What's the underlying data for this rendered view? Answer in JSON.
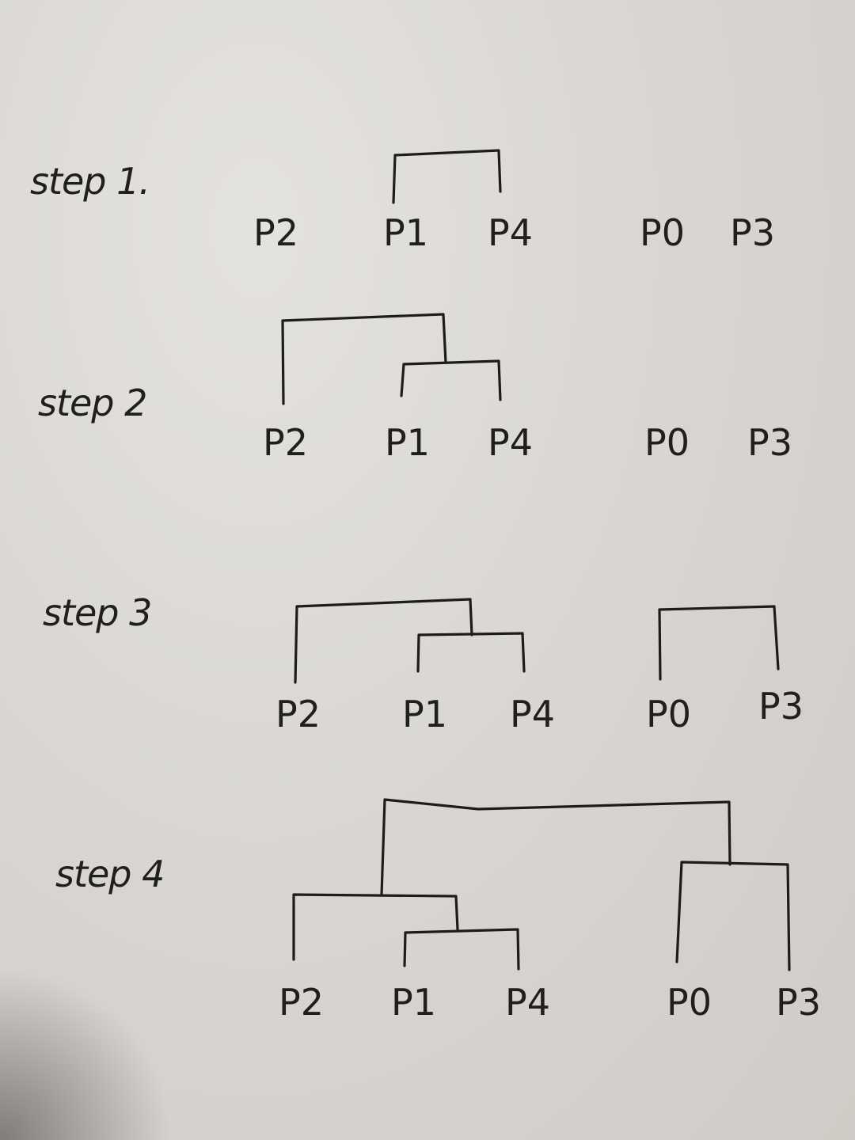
{
  "steps": [
    {
      "label": "step 1.",
      "nodes": [
        "P2",
        "P1",
        "P4",
        "P0",
        "P3"
      ],
      "merges": [
        "P1 + P4"
      ]
    },
    {
      "label": "step 2",
      "nodes": [
        "P2",
        "P1",
        "P4",
        "P0",
        "P3"
      ],
      "merges": [
        "P1 + P4",
        "P2 + (P1,P4)"
      ]
    },
    {
      "label": "step 3",
      "nodes": [
        "P2",
        "P1",
        "P4",
        "P0",
        "P3"
      ],
      "merges": [
        "P1 + P4",
        "P2 + (P1,P4)",
        "P0 + P3"
      ]
    },
    {
      "label": "step 4",
      "nodes": [
        "P2",
        "P1",
        "P4",
        "P0",
        "P3"
      ],
      "merges": [
        "P1 + P4",
        "P2 + (P1,P4)",
        "P0 + P3",
        "(P2,P1,P4) + (P0,P3)"
      ]
    }
  ]
}
